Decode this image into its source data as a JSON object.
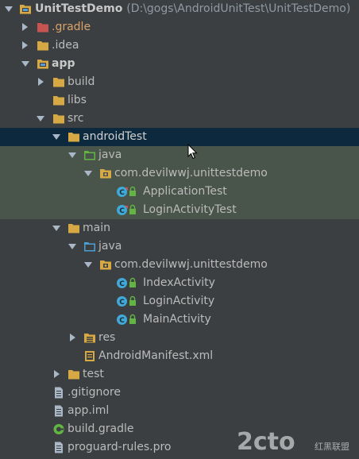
{
  "tree": {
    "root": {
      "name": "UnitTestDemo",
      "path": "(D:\\gogs\\AndroidUnitTest\\UnitTestDemo)"
    },
    "items": [
      {
        "label": ".gradle"
      },
      {
        "label": ".idea"
      },
      {
        "label": "app"
      },
      {
        "label": "build"
      },
      {
        "label": "libs"
      },
      {
        "label": "src"
      },
      {
        "label": "androidTest"
      },
      {
        "label": "java"
      },
      {
        "label": "com.devilwwj.unittestdemo"
      },
      {
        "label": "ApplicationTest"
      },
      {
        "label": "LoginActivityTest"
      },
      {
        "label": "main"
      },
      {
        "label": "java"
      },
      {
        "label": "com.devilwwj.unittestdemo"
      },
      {
        "label": "IndexActivity"
      },
      {
        "label": "LoginActivity"
      },
      {
        "label": "MainActivity"
      },
      {
        "label": "res"
      },
      {
        "label": "AndroidManifest.xml"
      },
      {
        "label": "test"
      },
      {
        "label": ".gitignore"
      },
      {
        "label": "app.iml"
      },
      {
        "label": "build.gradle"
      },
      {
        "label": "proguard-rules.pro"
      }
    ]
  },
  "colors": {
    "background": "#3c3f41",
    "selected_row": "#0d293e",
    "test_source_rows": "#49544a",
    "folder": "#d6a944",
    "excluded_folder": "#c75450",
    "test_folder": "#62b543",
    "source_folder": "#4b9fd5",
    "class_icon": "#40a9d8"
  },
  "icons": {
    "folder": "folder-icon",
    "module": "module-folder-icon",
    "package": "package-icon",
    "class": "class-icon",
    "test_class": "test-class-icon",
    "resources": "resources-folder-icon",
    "manifest": "manifest-icon",
    "file": "file-icon",
    "gradle": "gradle-icon"
  },
  "watermark": {
    "text": "2cto",
    "subtext": "红黑联盟"
  }
}
